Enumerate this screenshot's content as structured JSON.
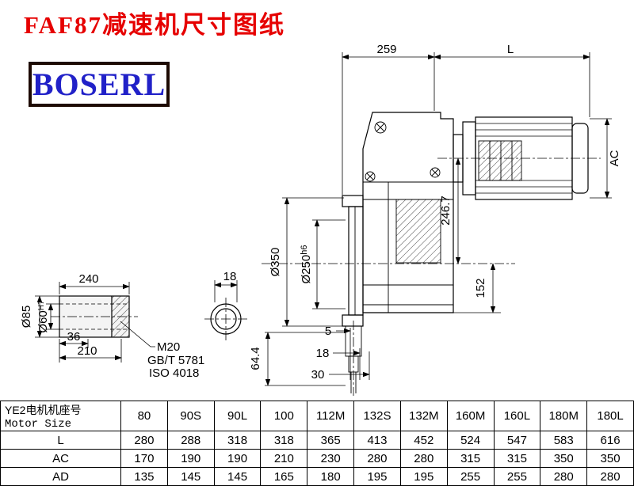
{
  "page": {
    "title": "FAF87减速机尺寸图纸",
    "logo": "BOSERL"
  },
  "dims": {
    "top_left": "259",
    "top_right": "L",
    "ac": "AC",
    "v246": "246.7",
    "dia350": "Ø350",
    "dia250_main": "Ø250",
    "dia250_tol": "h6",
    "d152": "152",
    "d5": "5",
    "d18_bottom": "18",
    "d30": "30",
    "d644": "64.4",
    "d240": "240",
    "d18_circle": "18",
    "dia85": "Ø85",
    "dia60_main": "Ø60",
    "dia60_tol": "H7",
    "d36": "36",
    "d210": "210",
    "m20": "M20",
    "std1": "GB/T 5781",
    "std2": "ISO 4018"
  },
  "table": {
    "header_col_cn": "YE2电机机座号",
    "header_col_en": "Motor Size",
    "columns": [
      "80",
      "90S",
      "90L",
      "100",
      "112M",
      "132S",
      "132M",
      "160M",
      "160L",
      "180M",
      "180L"
    ],
    "rows": [
      {
        "label": "L",
        "values": [
          "280",
          "288",
          "318",
          "318",
          "365",
          "413",
          "452",
          "524",
          "547",
          "583",
          "616"
        ]
      },
      {
        "label": "AC",
        "values": [
          "170",
          "190",
          "190",
          "210",
          "230",
          "280",
          "280",
          "315",
          "315",
          "350",
          "350"
        ]
      },
      {
        "label": "AD",
        "values": [
          "135",
          "145",
          "145",
          "165",
          "180",
          "195",
          "195",
          "255",
          "255",
          "280",
          "280"
        ]
      }
    ]
  }
}
